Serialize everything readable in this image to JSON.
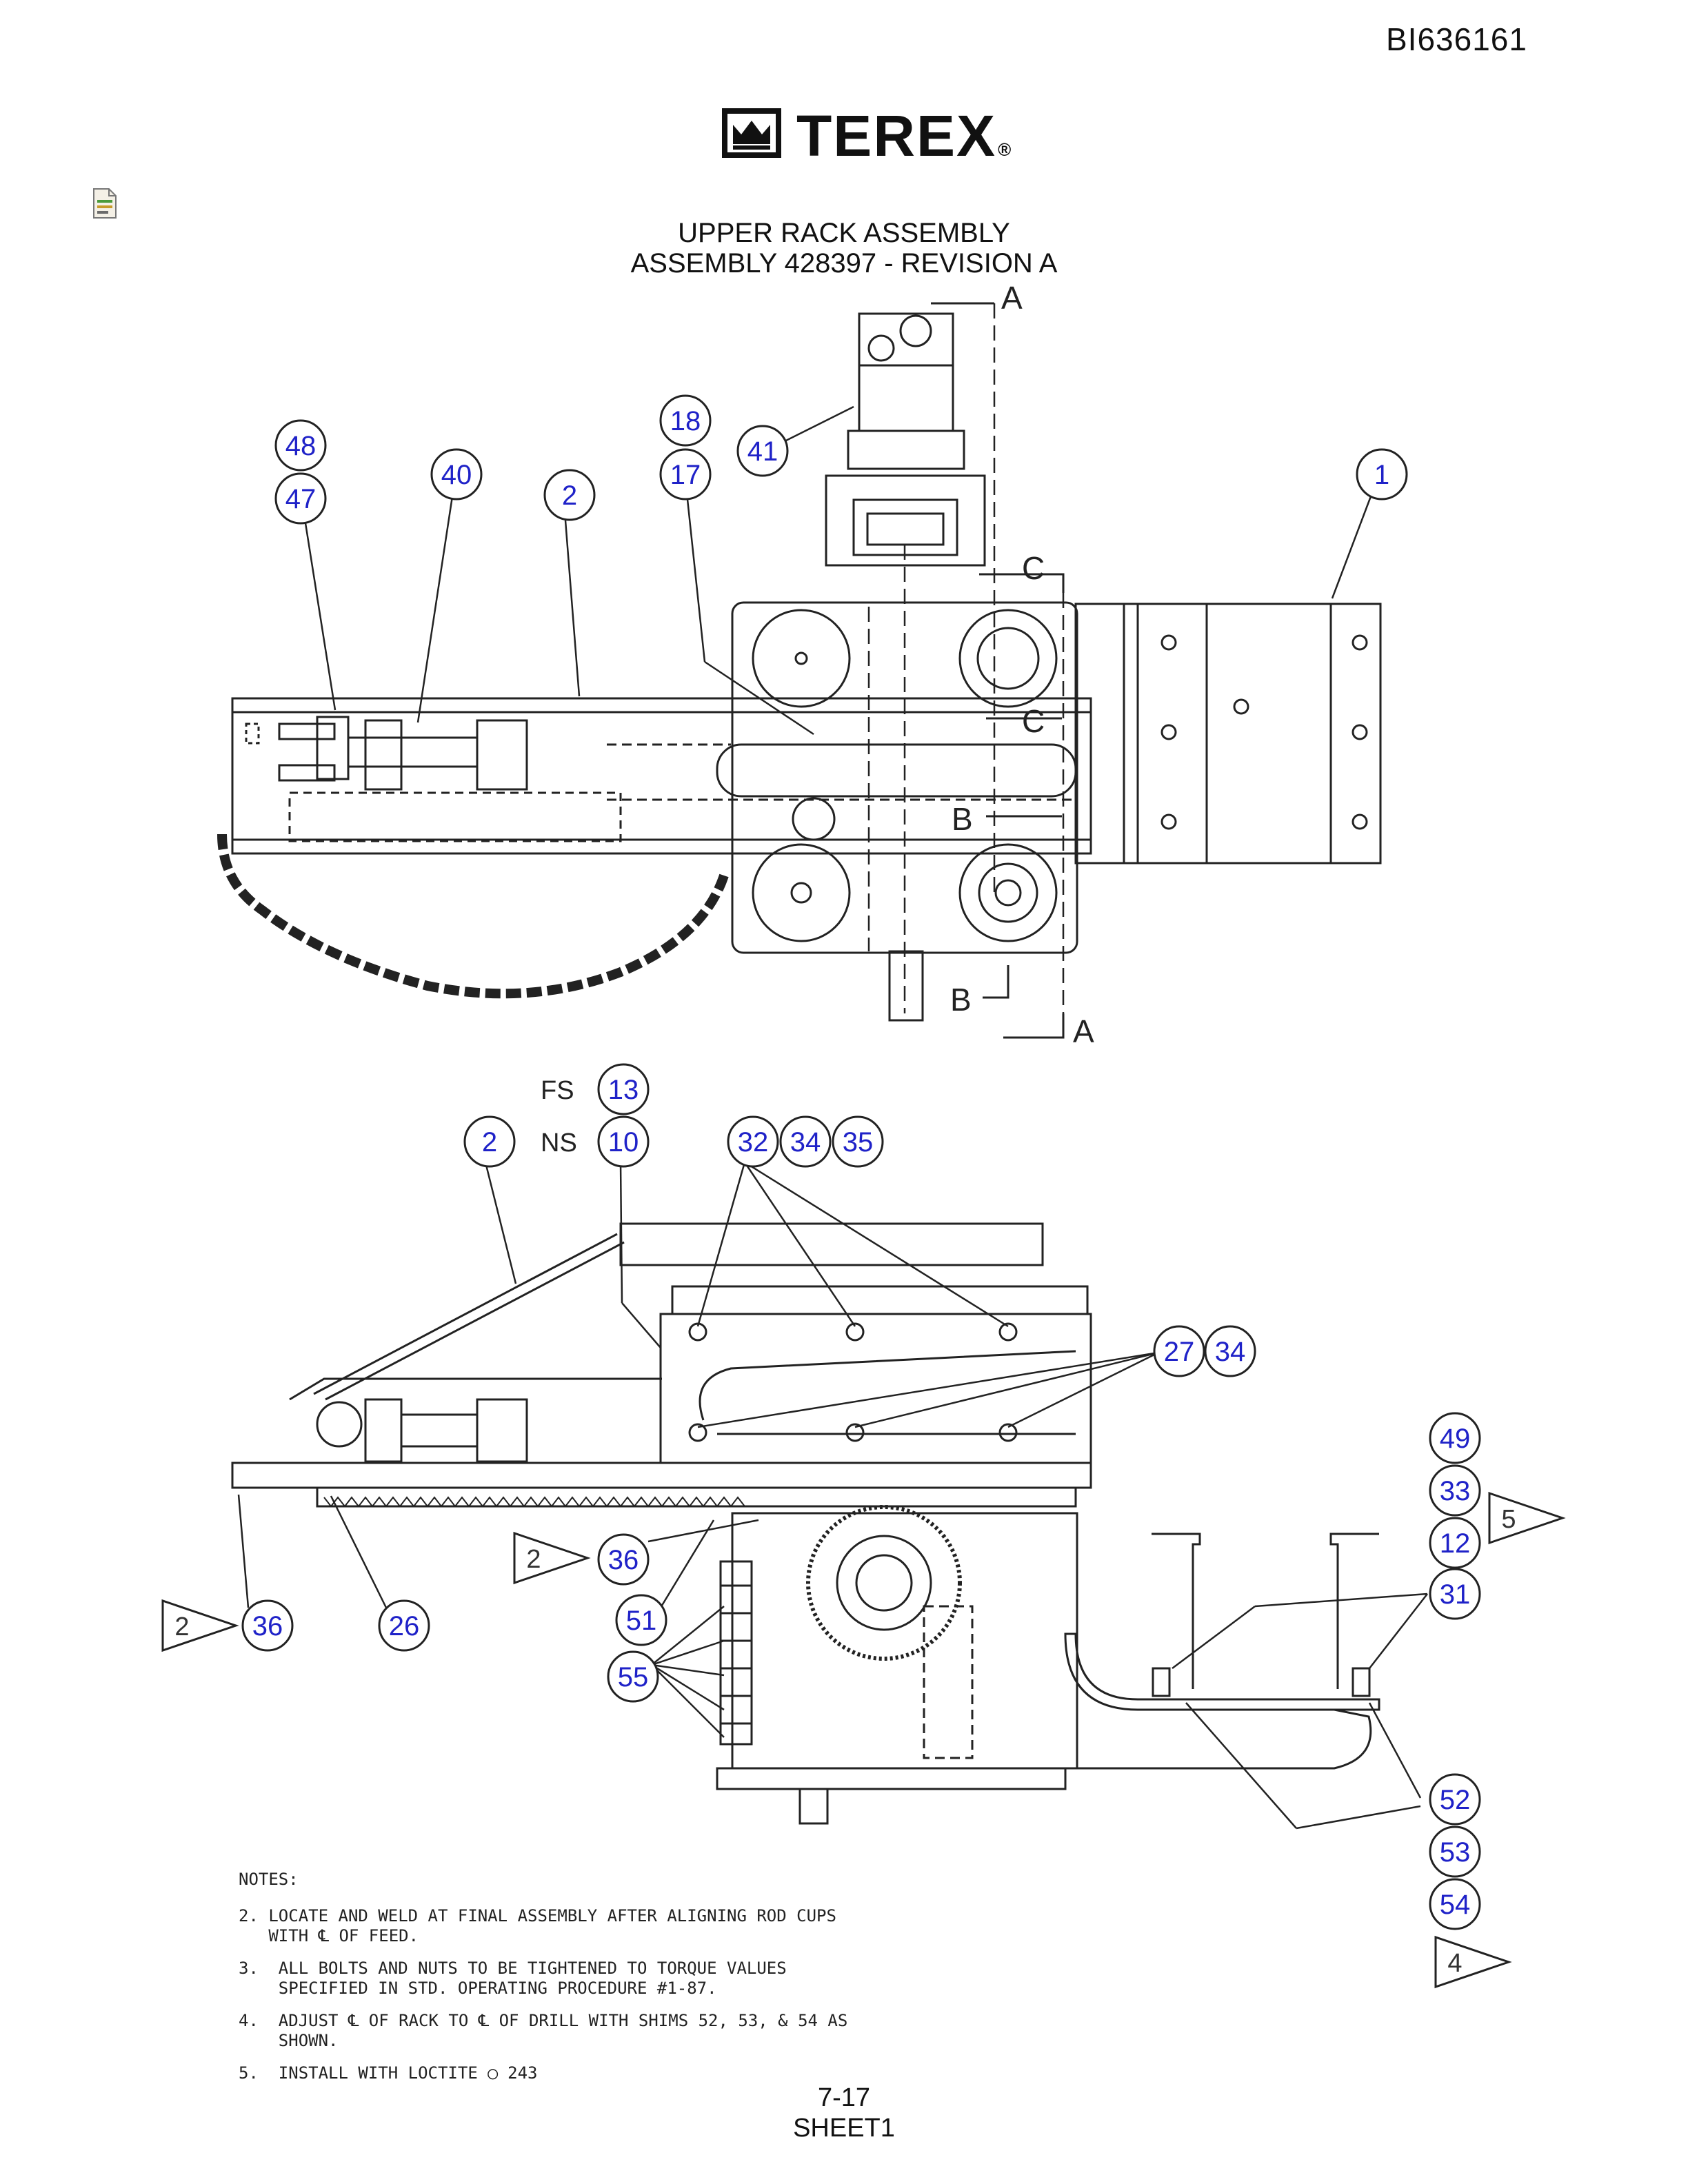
{
  "header": {
    "doc_id": "BI636161",
    "brand": "TEREX",
    "brand_mark": "®"
  },
  "title": {
    "line1": "UPPER RACK ASSEMBLY",
    "line2": "ASSEMBLY 428397 - REVISION A"
  },
  "colors": {
    "callout": "#1f22c8",
    "line": "#222222"
  },
  "section_marks": [
    "A",
    "C",
    "C",
    "B",
    "B",
    "A"
  ],
  "top_view_callouts": [
    "48",
    "47",
    "40",
    "2",
    "18",
    "17",
    "41",
    "1"
  ],
  "side_view_labels": {
    "fs": "FS",
    "ns": "NS"
  },
  "side_view_callouts": [
    "13",
    "10",
    "2",
    "32",
    "34",
    "35",
    "27",
    "34",
    "49",
    "33",
    "12",
    "31",
    "36",
    "51",
    "55",
    "36",
    "26",
    "52",
    "53",
    "54"
  ],
  "note_flags": [
    "5",
    "2",
    "2",
    "4"
  ],
  "notes": {
    "heading": "NOTES:",
    "items": [
      "2. LOCATE AND WELD AT FINAL ASSEMBLY AFTER ALIGNING ROD CUPS\n   WITH ℄ OF FEED.",
      "3.  ALL BOLTS AND NUTS TO BE TIGHTENED TO TORQUE VALUES\n    SPECIFIED IN STD. OPERATING PROCEDURE #1-87.",
      "4.  ADJUST ℄ OF RACK TO ℄ OF DRILL WITH SHIMS 52, 53, & 54 AS\n    SHOWN.",
      "5.  INSTALL WITH LOCTITE ◯ 243"
    ]
  },
  "footer": {
    "page": "7-17",
    "sheet": "SHEET1"
  }
}
